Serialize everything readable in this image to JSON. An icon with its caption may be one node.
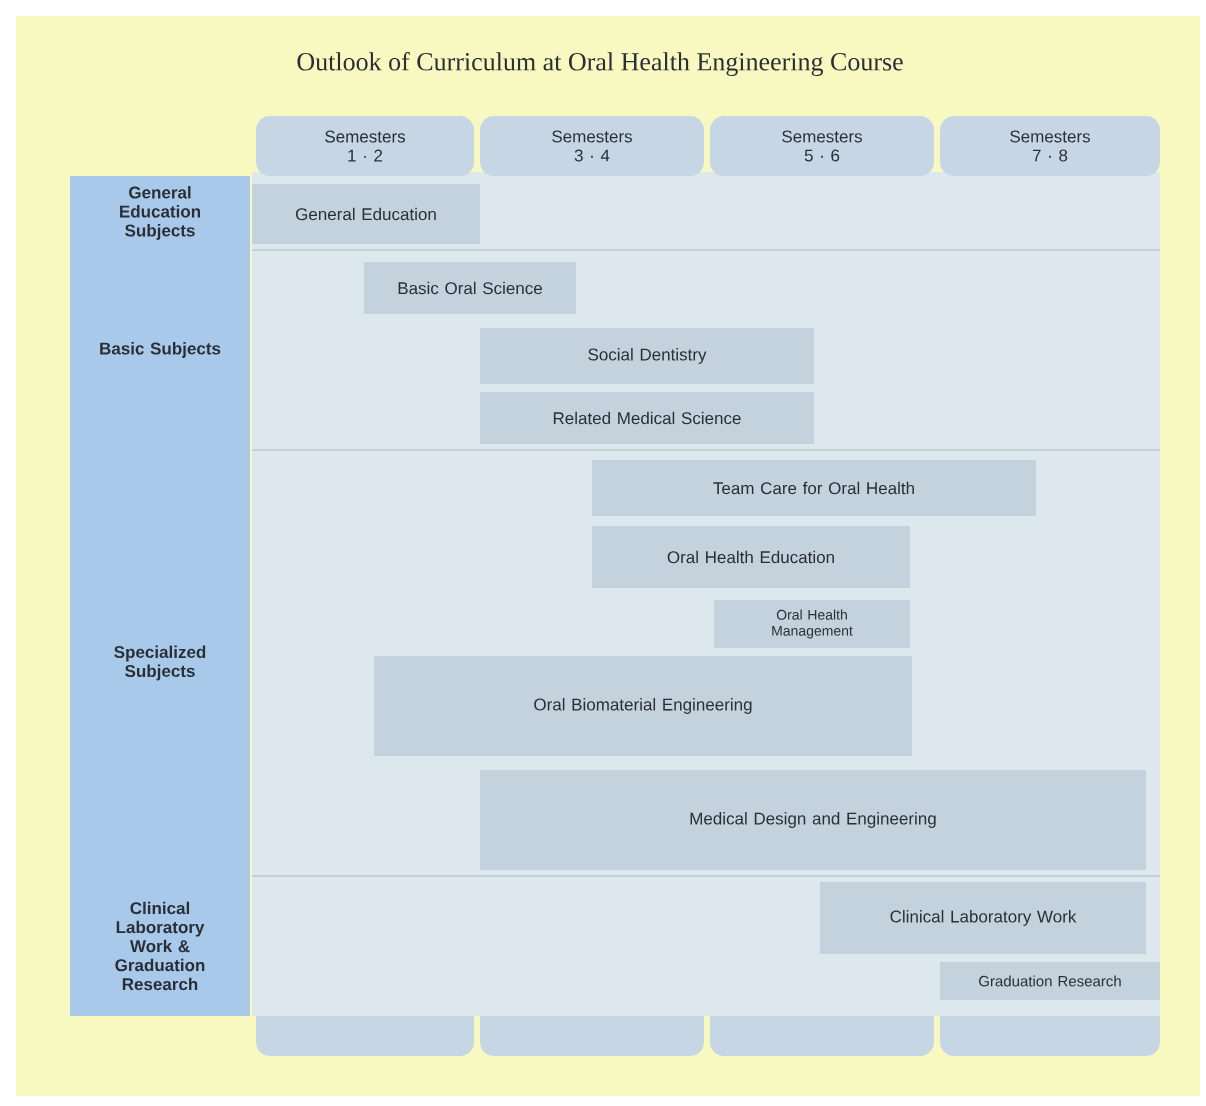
{
  "diagram": {
    "title": "Outlook of Curriculum at Oral Health Engineering Course",
    "nodes": [
      {
        "text": [
          "Semesters 1 · 2"
        ]
      },
      {
        "text": [
          "Semesters 3 · 4"
        ]
      },
      {
        "text": [
          "Semesters 5 · 6"
        ]
      },
      {
        "text": [
          "Semesters 7 · 8"
        ]
      },
      {
        "text": [
          "General Education Subjects"
        ]
      },
      {
        "text": [
          "General Education"
        ]
      },
      {
        "text": [
          "Basic Subjects"
        ]
      },
      {
        "text": [
          "Basic Oral Science"
        ]
      },
      {
        "text": [
          "Social Dentistry"
        ]
      },
      {
        "text": [
          "Related Medical Science"
        ]
      },
      {
        "text": [
          "Specialized Subjects"
        ]
      },
      {
        "text": [
          "Team Care for Oral Health"
        ]
      },
      {
        "text": [
          "Oral Health Education"
        ]
      },
      {
        "text": [
          "Oral Health Management"
        ]
      },
      {
        "text": [
          "Oral Biomaterial Engineering"
        ]
      },
      {
        "text": [
          "Medical Design and Engineering"
        ]
      },
      {
        "text": [
          "Clinical Laboratory Work & Graduation Research"
        ]
      },
      {
        "text": [
          "Clinical Laboratory Work"
        ]
      },
      {
        "text": [
          "Graduation Research"
        ]
      },
      {
        "text": [],
        "shape": "box"
      },
      {
        "text": [],
        "shape": "box"
      },
      {
        "text": [],
        "shape": "box"
      },
      {
        "text": [],
        "shape": "box"
      }
    ]
  }
}
